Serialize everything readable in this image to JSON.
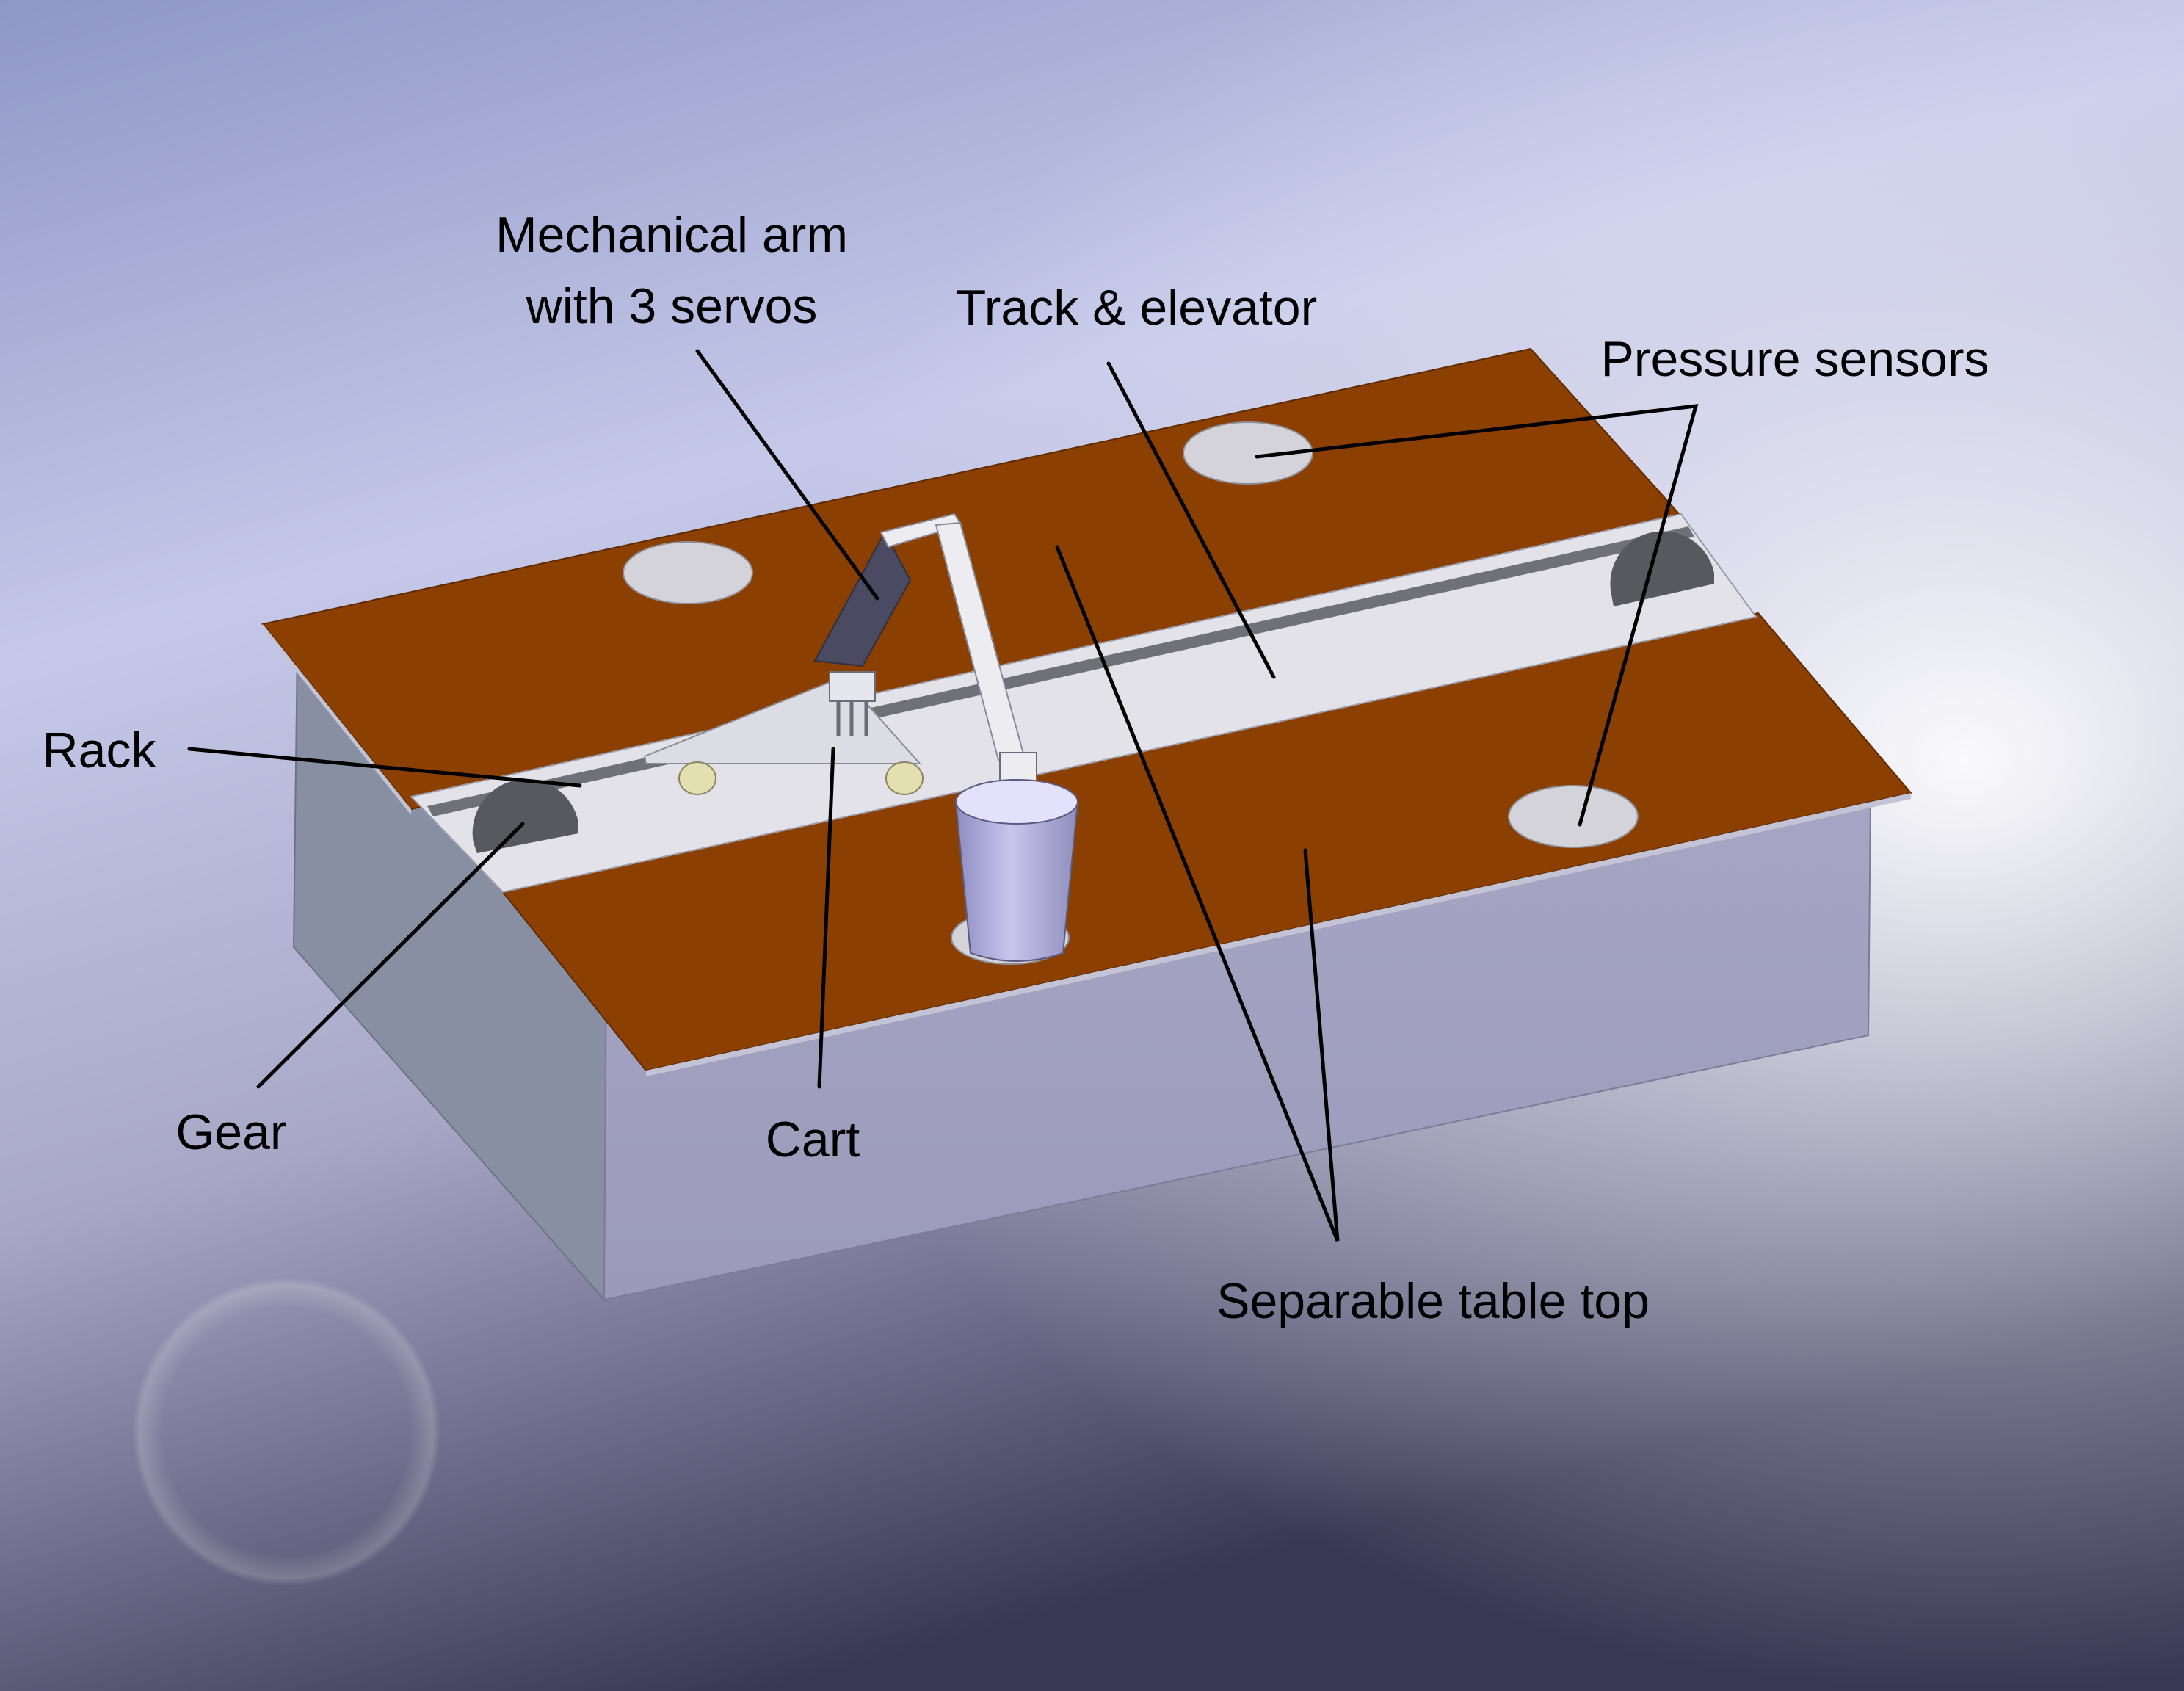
{
  "labels": {
    "arm_line1": "Mechanical arm",
    "arm_line2": "with 3 servos",
    "track": "Track & elevator",
    "pressure": "Pressure sensors",
    "rack": "Rack",
    "gear": "Gear",
    "cart": "Cart",
    "tabletop": "Separable table top"
  },
  "colors": {
    "background_light": "#eef0f8",
    "background_mid": "#b3b7de",
    "background_dark": "#3a3754",
    "table_top": "#8b3f00",
    "track": "#e2e2e8",
    "box_front": "#a1a0bf",
    "box_side": "#888fa3",
    "sensor_pad": "#d4d3d9",
    "cup": "#b0aedd"
  }
}
